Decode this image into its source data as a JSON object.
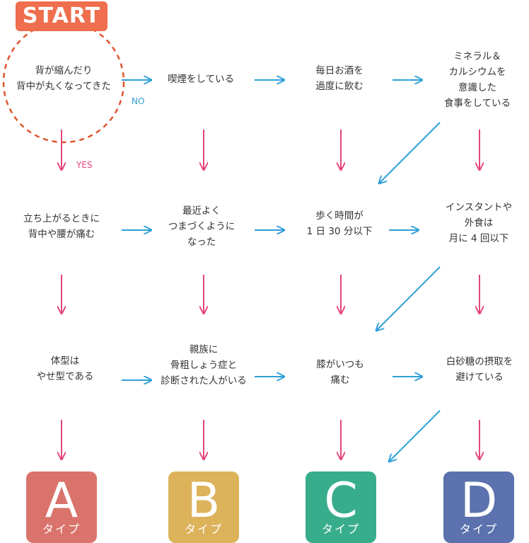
{
  "start": {
    "label": "START"
  },
  "edge_labels": {
    "yes": "YES",
    "no": "NO"
  },
  "questions": {
    "r1c1": [
      "背が縮んだり",
      "背中が丸くなってきた"
    ],
    "r1c2": [
      "喫煙をしている"
    ],
    "r1c3": [
      "毎日お酒を",
      "過度に飲む"
    ],
    "r1c4": [
      "ミネラル＆",
      "カルシウムを",
      "意識した",
      "食事をしている"
    ],
    "r2c1": [
      "立ち上がるときに",
      "背中や腰が痛む"
    ],
    "r2c2": [
      "最近よく",
      "つまづくように",
      "なった"
    ],
    "r2c3": [
      "歩く時間が",
      "1 日 30 分以下"
    ],
    "r2c4": [
      "インスタントや",
      "外食は",
      "月に 4 回以下"
    ],
    "r3c1": [
      "体型は",
      "やせ型である"
    ],
    "r3c2": [
      "親族に",
      "骨粗しょう症と",
      "診断された人がいる"
    ],
    "r3c3": [
      "膝がいつも",
      "痛む"
    ],
    "r3c4": [
      "白砂糖の摂取を",
      "避けている"
    ]
  },
  "results": [
    {
      "letter": "A",
      "word": "タイプ",
      "color": "#d9736b"
    },
    {
      "letter": "B",
      "word": "タイプ",
      "color": "#dcb25b"
    },
    {
      "letter": "C",
      "word": "タイプ",
      "color": "#38ad8c"
    },
    {
      "letter": "D",
      "word": "タイプ",
      "color": "#5b72ae"
    }
  ],
  "colors": {
    "yes_arrow": "#e5457a",
    "no_arrow": "#2f9fd8",
    "start_badge": "#ee6e4d",
    "start_ring": "#e0542c",
    "text": "#333333"
  }
}
